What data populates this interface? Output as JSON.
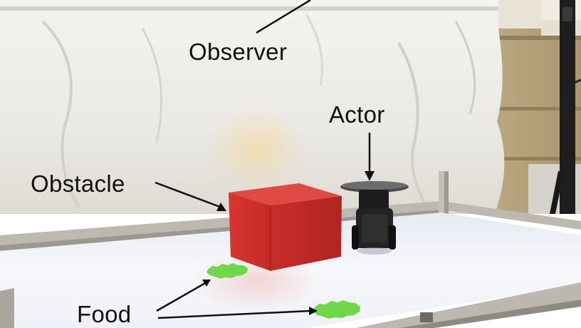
{
  "labels": {
    "observer": "Observer",
    "actor": "Actor",
    "obstacle": "Obstacle",
    "food": "Food"
  },
  "colors": {
    "backdrop": "#e9e7e2",
    "table_surface": "#f3f5fa",
    "obstacle_box": "#d8322e",
    "food_marker": "#6fd84a",
    "robot_body": "#1c1c1c",
    "frame_metal": "#b9b5ad",
    "label_text": "#111111"
  }
}
